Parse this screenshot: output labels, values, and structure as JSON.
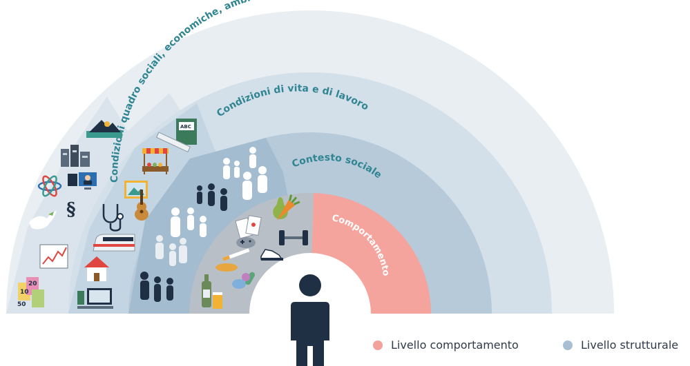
{
  "diagram": {
    "layers": [
      {
        "id": "framework",
        "label": "Condizioni quadro sociali, economiche, ambientali e culturali"
      },
      {
        "id": "living",
        "label": "Condizioni di vita e di lavoro"
      },
      {
        "id": "social",
        "label": "Contesto sociale"
      },
      {
        "id": "individual",
        "label": "Comportamento individuale"
      }
    ],
    "icon_labels": {
      "book": "ABC",
      "section": "§",
      "note_10": "10",
      "note_20": "20",
      "note_50": "50"
    }
  },
  "legend": {
    "behaviour": {
      "label": "Livello comportamento",
      "color": "#f3a19b"
    },
    "structural": {
      "label": "Livello strutturale",
      "color": "#a8bfd3"
    }
  },
  "colors": {
    "outer_band": "#e9eef3",
    "living_band": "#d3dfe9",
    "social_band": "#b6cad9",
    "grey_band": "#b9bfc6",
    "individual": "#f4a49d",
    "person": "#1f3044",
    "label": "#2f8592"
  },
  "icons": [
    "mountain-icon",
    "factory-icon",
    "computer-work-icon",
    "atom-icon",
    "section-sign-icon",
    "dove-icon",
    "stock-chart-icon",
    "money-icon",
    "book-icon",
    "ruler-icon",
    "market-stall-icon",
    "painting-icon",
    "guitar-icon",
    "stethoscope-icon",
    "train-icon",
    "house-icon",
    "office-desk-icon",
    "people-group-icon",
    "pear-icon",
    "carrot-icon",
    "cards-icon",
    "gamepad-icon",
    "dumbbell-icon",
    "sneaker-icon",
    "cigarette-icon",
    "pills-icon",
    "bottle-icon",
    "beer-icon",
    "person-icon"
  ]
}
